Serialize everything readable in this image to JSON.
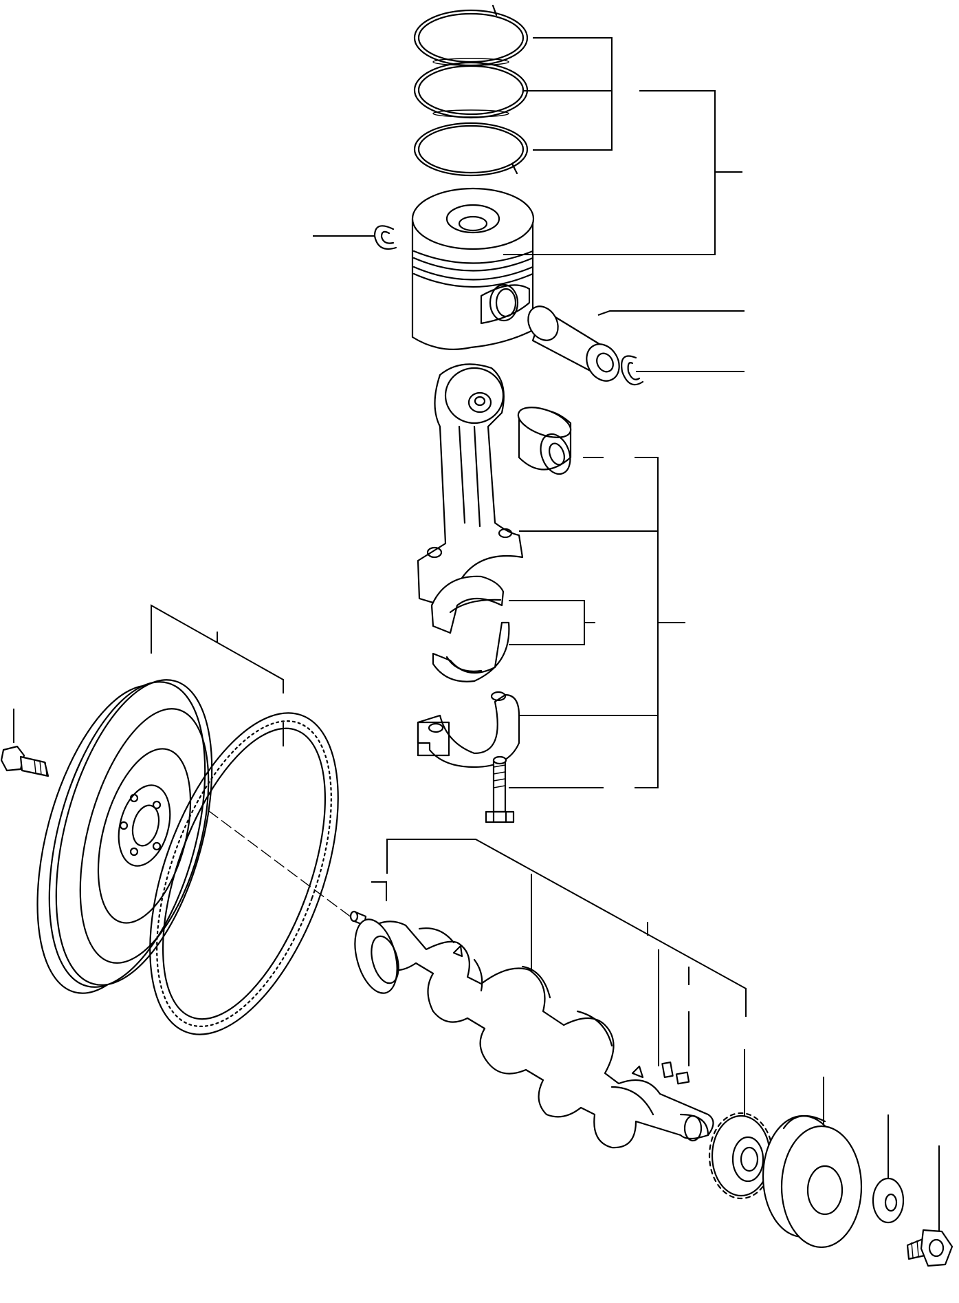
{
  "diagram": {
    "background": "#ffffff",
    "stroke": "#000000",
    "parts": [
      "piston-rings",
      "piston",
      "piston-circlip-left",
      "piston-pin",
      "piston-circlip-right",
      "connecting-rod",
      "small-end-bushing",
      "connecting-rod-bearings",
      "connecting-rod-cap",
      "connecting-rod-bolt",
      "flywheel",
      "flywheel-ring-gear",
      "flywheel-bolt",
      "dowel-pin",
      "crankshaft",
      "crankshaft-keys",
      "crankshaft-gear",
      "crankshaft-pulley",
      "pulley-washer",
      "pulley-bolt"
    ]
  }
}
